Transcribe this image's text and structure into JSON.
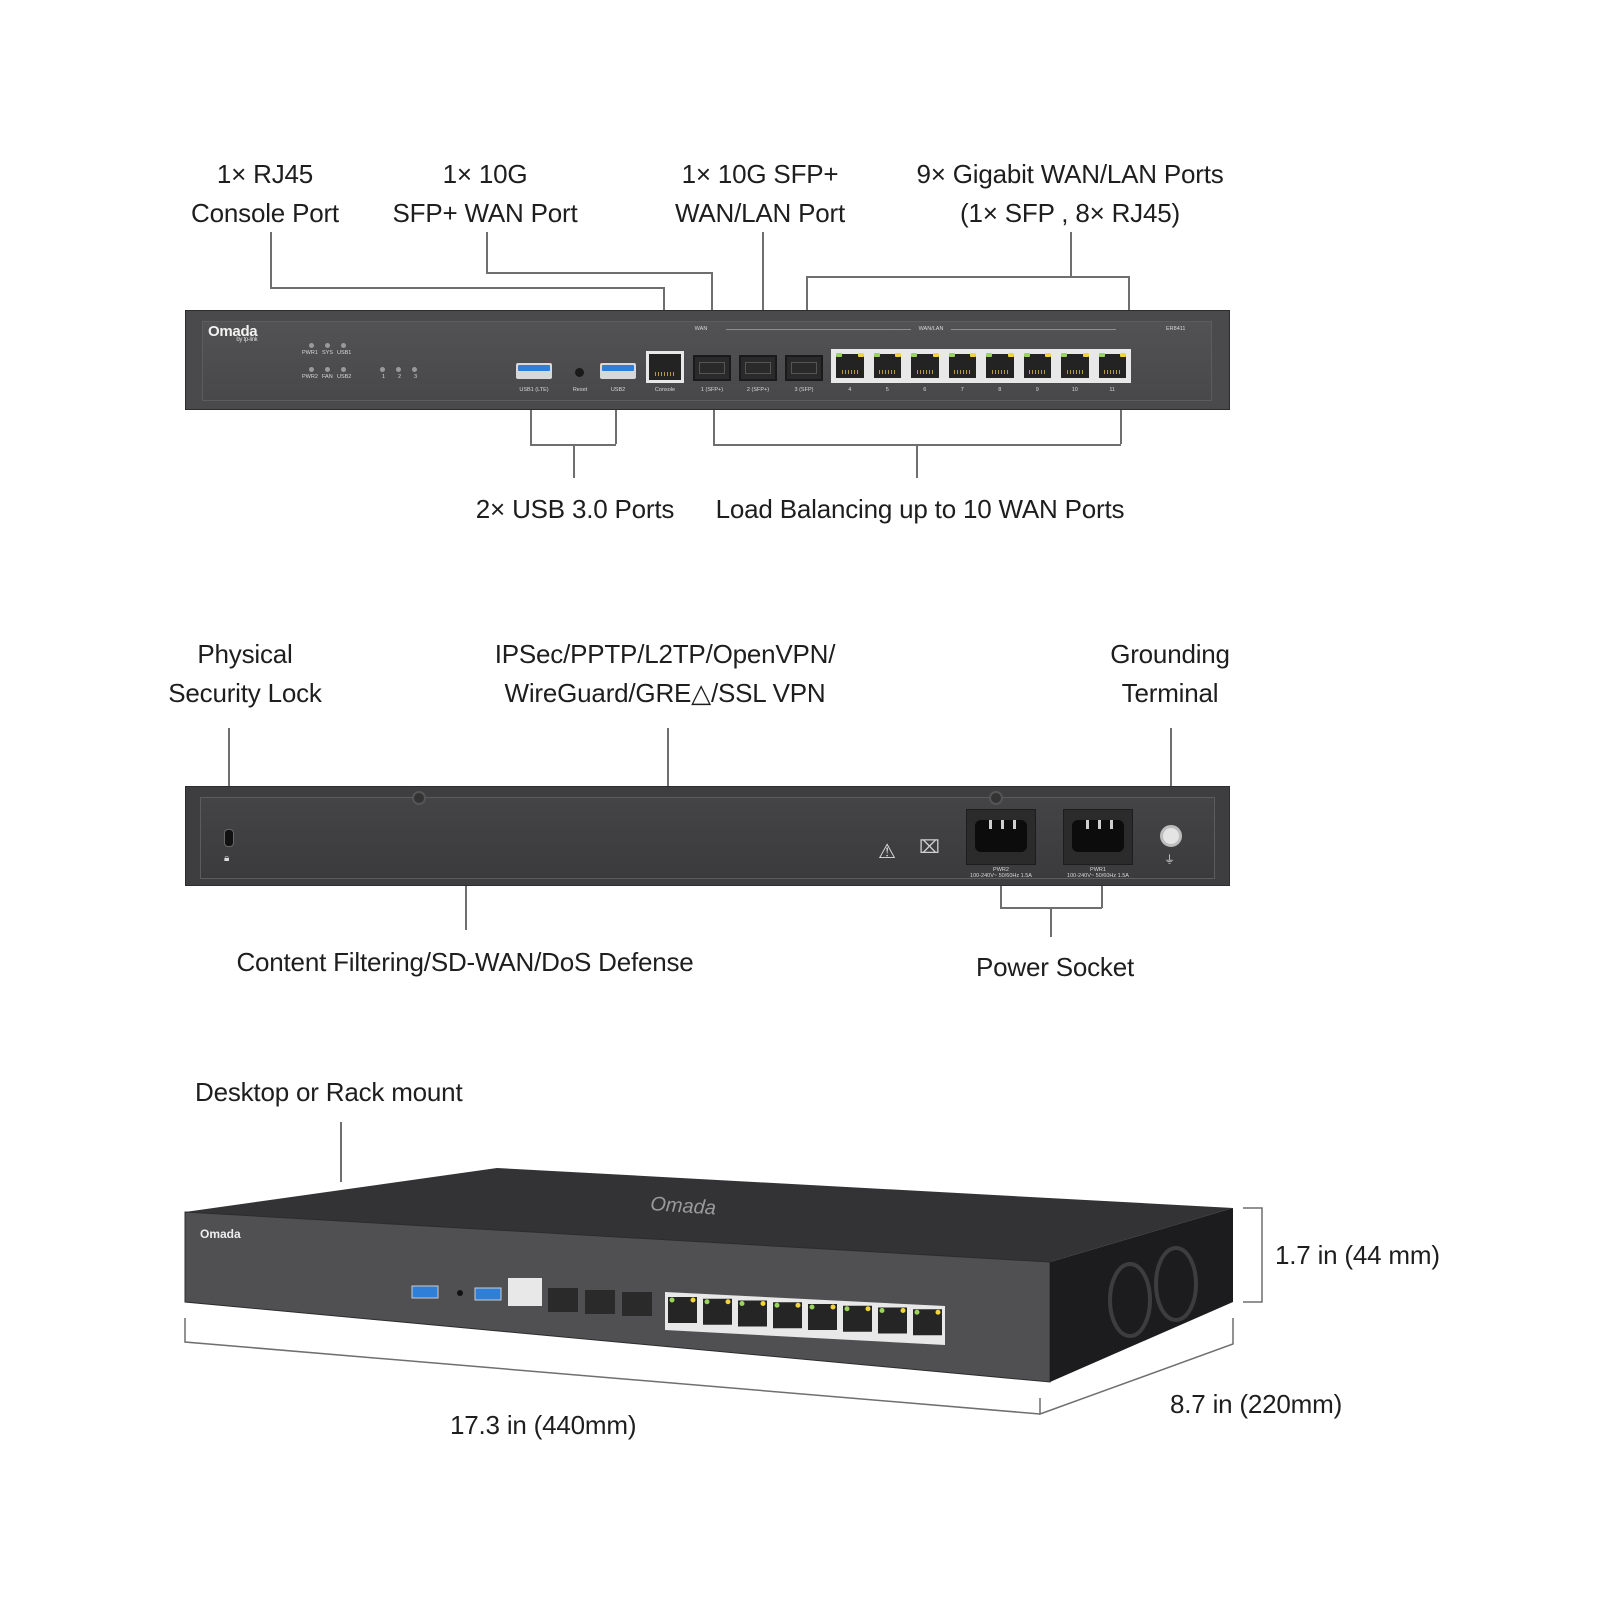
{
  "front_view": {
    "callouts_top": [
      {
        "id": "console",
        "lines": [
          "1× RJ45",
          "Console Port"
        ]
      },
      {
        "id": "sfp-wan",
        "lines": [
          "1× 10G",
          "SFP+ WAN Port"
        ]
      },
      {
        "id": "sfp-wanlan",
        "lines": [
          "1× 10G SFP+",
          "WAN/LAN Port"
        ]
      },
      {
        "id": "gigabit",
        "lines": [
          "9× Gigabit WAN/LAN Ports",
          "(1× SFP , 8× RJ45)"
        ]
      }
    ],
    "callouts_bottom": [
      {
        "id": "usb",
        "text": "2× USB 3.0 Ports"
      },
      {
        "id": "load-balancing",
        "text": "Load Balancing up to 10 WAN Ports"
      }
    ],
    "device": {
      "brand": "Omada",
      "brand_sub": "by tp-link",
      "model": "ER8411",
      "led_row1": [
        "PWR1",
        "SYS",
        "USB1"
      ],
      "led_row2": [
        "PWR2",
        "FAN",
        "USB2"
      ],
      "led_numbers": [
        "1",
        "2",
        "3"
      ],
      "usb1_label": "USB1 (LTE)",
      "reset_label": "Reset",
      "usb2_label": "USB2",
      "console_label": "Console",
      "wan_group_label": "WAN",
      "wanlan_group_label": "WAN/LAN",
      "sfp_ports": [
        "1 (SFP+)",
        "2 (SFP+)",
        "3 (SFP)"
      ],
      "rj45_ports": [
        "4",
        "5",
        "6",
        "7",
        "8",
        "9",
        "10",
        "11"
      ]
    }
  },
  "rear_view": {
    "callouts_top": [
      {
        "id": "lock",
        "lines": [
          "Physical",
          "Security Lock"
        ]
      },
      {
        "id": "vpn",
        "lines": [
          "IPSec/PPTP/L2TP/OpenVPN/",
          "WireGuard/GRE△/SSL VPN"
        ]
      },
      {
        "id": "grounding",
        "lines": [
          "Grounding",
          "Terminal"
        ]
      }
    ],
    "callouts_bottom": [
      {
        "id": "security-features",
        "text": "Content Filtering/SD-WAN/DoS Defense"
      },
      {
        "id": "power-socket",
        "text": "Power Socket"
      }
    ],
    "power_sockets": [
      {
        "label": "PWR2",
        "rating": "100-240V~ 50/60Hz 1.5A"
      },
      {
        "label": "PWR1",
        "rating": "100-240V~ 50/60Hz 1.5A"
      }
    ]
  },
  "perspective_view": {
    "callout": "Desktop or Rack mount",
    "dimensions": {
      "height": "1.7 in (44 mm)",
      "depth": "8.7 in (220mm)",
      "width": "17.3 in (440mm)"
    },
    "top_logo": "Omada"
  },
  "colors": {
    "chassis": "#4a4a4c",
    "usb_blue": "#2f7fd9",
    "led_green": "#9ad45b",
    "led_yellow": "#f1d43a",
    "leader_line": "#6f6f6f"
  }
}
